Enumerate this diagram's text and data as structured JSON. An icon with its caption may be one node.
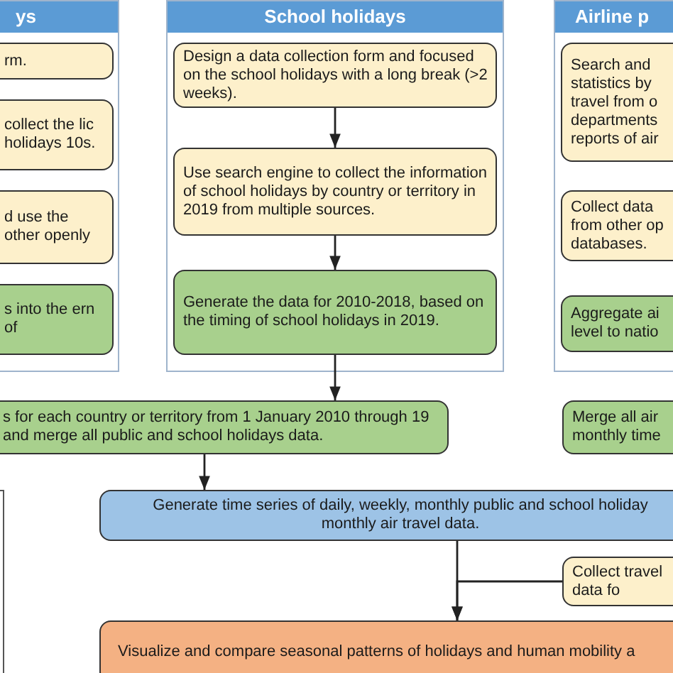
{
  "diagram": {
    "nodes": [
      {
        "text": [
          "ys"
        ]
      },
      {
        "text": [
          "rm."
        ],
        "in": 0
      },
      {
        "text": [
          "collect the lic holidays 10s."
        ],
        "in": 0
      },
      {
        "text": [
          "d use the other openly"
        ],
        "in": 0
      },
      {
        "text": [
          "s into the ern of"
        ],
        "in": 0
      },
      {
        "text": [
          "School holidays"
        ]
      },
      {
        "text": [
          "Design a data collection form and focused on the school holidays with a long break (>2 weeks)."
        ],
        "in": 5
      },
      {
        "text": [
          "Use search engine to collect the information of school holidays by country or territory in 2019 from multiple sources."
        ],
        "in": 5
      },
      {
        "text": [
          "Generate the data for 2010-2018, based on the timing of school holidays in 2019."
        ],
        "in": 5
      },
      {
        "text": [
          "Airline p"
        ]
      },
      {
        "text": [
          "Search and statistics by travel from o departments reports of air"
        ],
        "in": 9
      },
      {
        "text": [
          "Collect data from other op databases."
        ],
        "in": 9
      },
      {
        "text": [
          "Aggregate ai level to natio"
        ],
        "in": 9
      },
      {
        "text": [
          "s for each country or territory from 1 January 2010 through 19 and merge all public and school holidays data."
        ]
      },
      {
        "text": [
          "Merge all air monthly time"
        ]
      },
      {
        "text": [
          "Generate time series of daily, weekly, monthly public and school holiday monthly air travel data."
        ]
      },
      {
        "text": [
          "Collect travel data fo"
        ]
      },
      {
        "text": [
          "Visualize and compare seasonal patterns of holidays and human mobility a"
        ]
      },
      {
        "text": [],
        "shape": "box"
      }
    ],
    "edges": [
      {
        "from": 6,
        "to": 7,
        "arrow": "to"
      },
      {
        "from": 7,
        "to": 8,
        "arrow": "to"
      },
      {
        "from": 8,
        "to": 13,
        "arrow": "to"
      },
      {
        "from": 13,
        "to": 15,
        "arrow": "to"
      },
      {
        "from": 15,
        "to": 17,
        "arrow": "to"
      },
      {
        "from": 16,
        "to": 17,
        "arrow": "to"
      }
    ]
  }
}
